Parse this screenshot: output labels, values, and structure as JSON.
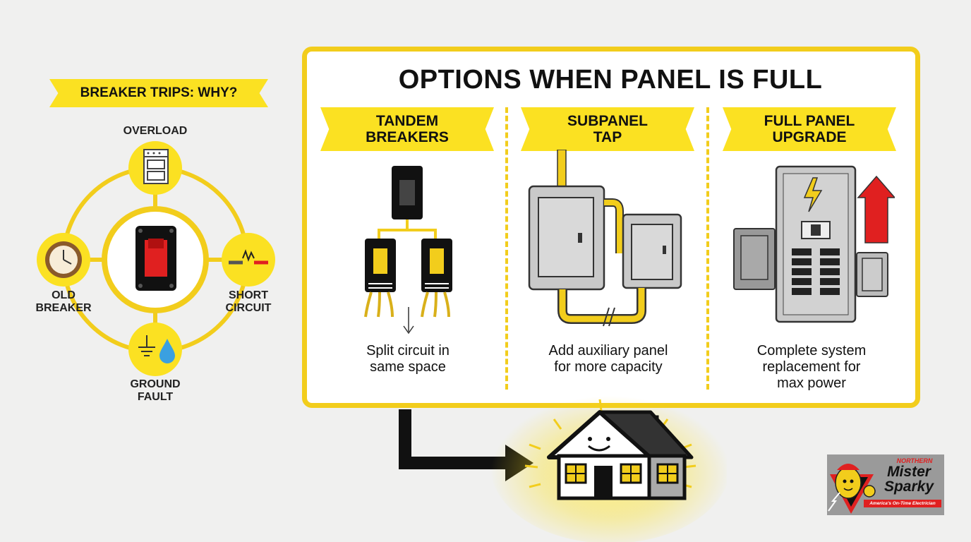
{
  "left": {
    "title": "BREAKER TRIPS: WHY?",
    "causes": [
      {
        "name": "overload",
        "label": "OVERLOAD",
        "icon": "oven-icon"
      },
      {
        "name": "old-breaker",
        "label": "OLD\nBREAKER",
        "icon": "clock-icon"
      },
      {
        "name": "short-circuit",
        "label": "SHORT\nCIRCUIT",
        "icon": "spark-wires-icon"
      },
      {
        "name": "ground-fault",
        "label": "GROUND\nFAULT",
        "icon": "ground-water-icon"
      }
    ]
  },
  "panel": {
    "title": "OPTIONS WHEN PANEL IS FULL",
    "options": [
      {
        "heading_line1": "TANDEM",
        "heading_line2": "BREAKERS",
        "description_line1": "Split circuit in",
        "description_line2": "same space",
        "icon": "tandem-breaker-icon"
      },
      {
        "heading_line1": "SUBPANEL",
        "heading_line2": "TAP",
        "description_line1": "Add auxiliary panel",
        "description_line2": "for more capacity",
        "icon": "subpanel-icon"
      },
      {
        "heading_line1": "FULL PANEL",
        "heading_line2": "UPGRADE",
        "description_line1": "Complete system",
        "description_line2": "replacement for",
        "description_line3": "max power",
        "icon": "upgrade-panel-icon"
      }
    ]
  },
  "logo": {
    "line1": "NORTHERN",
    "line2": "Mister",
    "line3": "Sparky",
    "tagline": "America's On-Time Electrician"
  },
  "colors": {
    "accent": "#fbe122",
    "outline": "#f2cd1c",
    "dark": "#111111",
    "red": "#e02020"
  }
}
